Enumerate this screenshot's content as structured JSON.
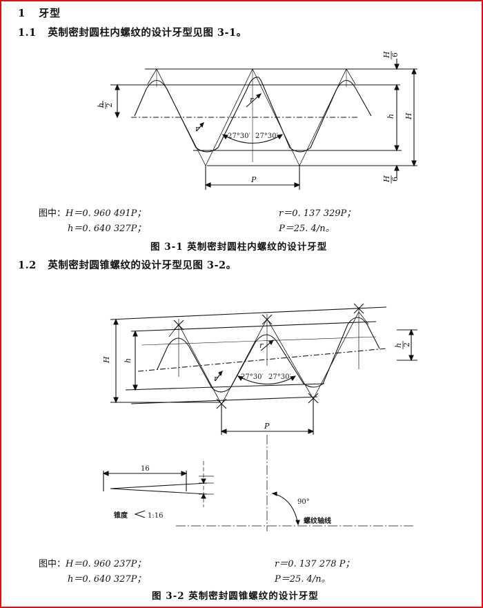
{
  "section": {
    "number": "1",
    "title": "牙型"
  },
  "s11": {
    "number": "1.1",
    "text": "英制密封圆柱内螺纹的设计牙型见图 3-1。"
  },
  "fig1": {
    "labels": {
      "h2_num": "h",
      "h2_den": "2",
      "h": "h",
      "H": "H",
      "H6_top_num": "H",
      "H6_top_den": "6",
      "H6_bot_num": "H",
      "H6_bot_den": "6",
      "r1": "r",
      "r2": "r",
      "angle_left": "27°30′",
      "angle_right": "27°30′",
      "P": "P"
    },
    "formula": {
      "prefix": "图中：",
      "H": "H＝0. 960 491P；",
      "r": "r＝0. 137 329P；",
      "h": "h＝0. 640 327P；",
      "P": "P＝25. 4/n。"
    },
    "caption": "图 3-1   英制密封圆柱内螺纹的设计牙型"
  },
  "s12": {
    "number": "1.2",
    "text": "英制密封圆锥螺纹的设计牙型见图 3-2。"
  },
  "fig2": {
    "labels": {
      "H": "H",
      "h": "h",
      "h2_num": "h",
      "h2_den": "2",
      "r1": "r",
      "r2": "r",
      "angle_left": "27°30′",
      "angle_right": "27°30′",
      "P": "P",
      "len16": "16",
      "taper": "锥度",
      "taper_ratio": "1:16",
      "angle90": "90°",
      "axis": "螺纹轴线"
    },
    "formula": {
      "prefix": "图中：",
      "H": "H＝0. 960 237P；",
      "r": "r＝0. 137 278 P；",
      "h": "h＝0. 640 327P；",
      "P": "P＝25. 4/n。"
    },
    "caption": "图 3-2   英制密封圆锥螺纹的设计牙型"
  }
}
